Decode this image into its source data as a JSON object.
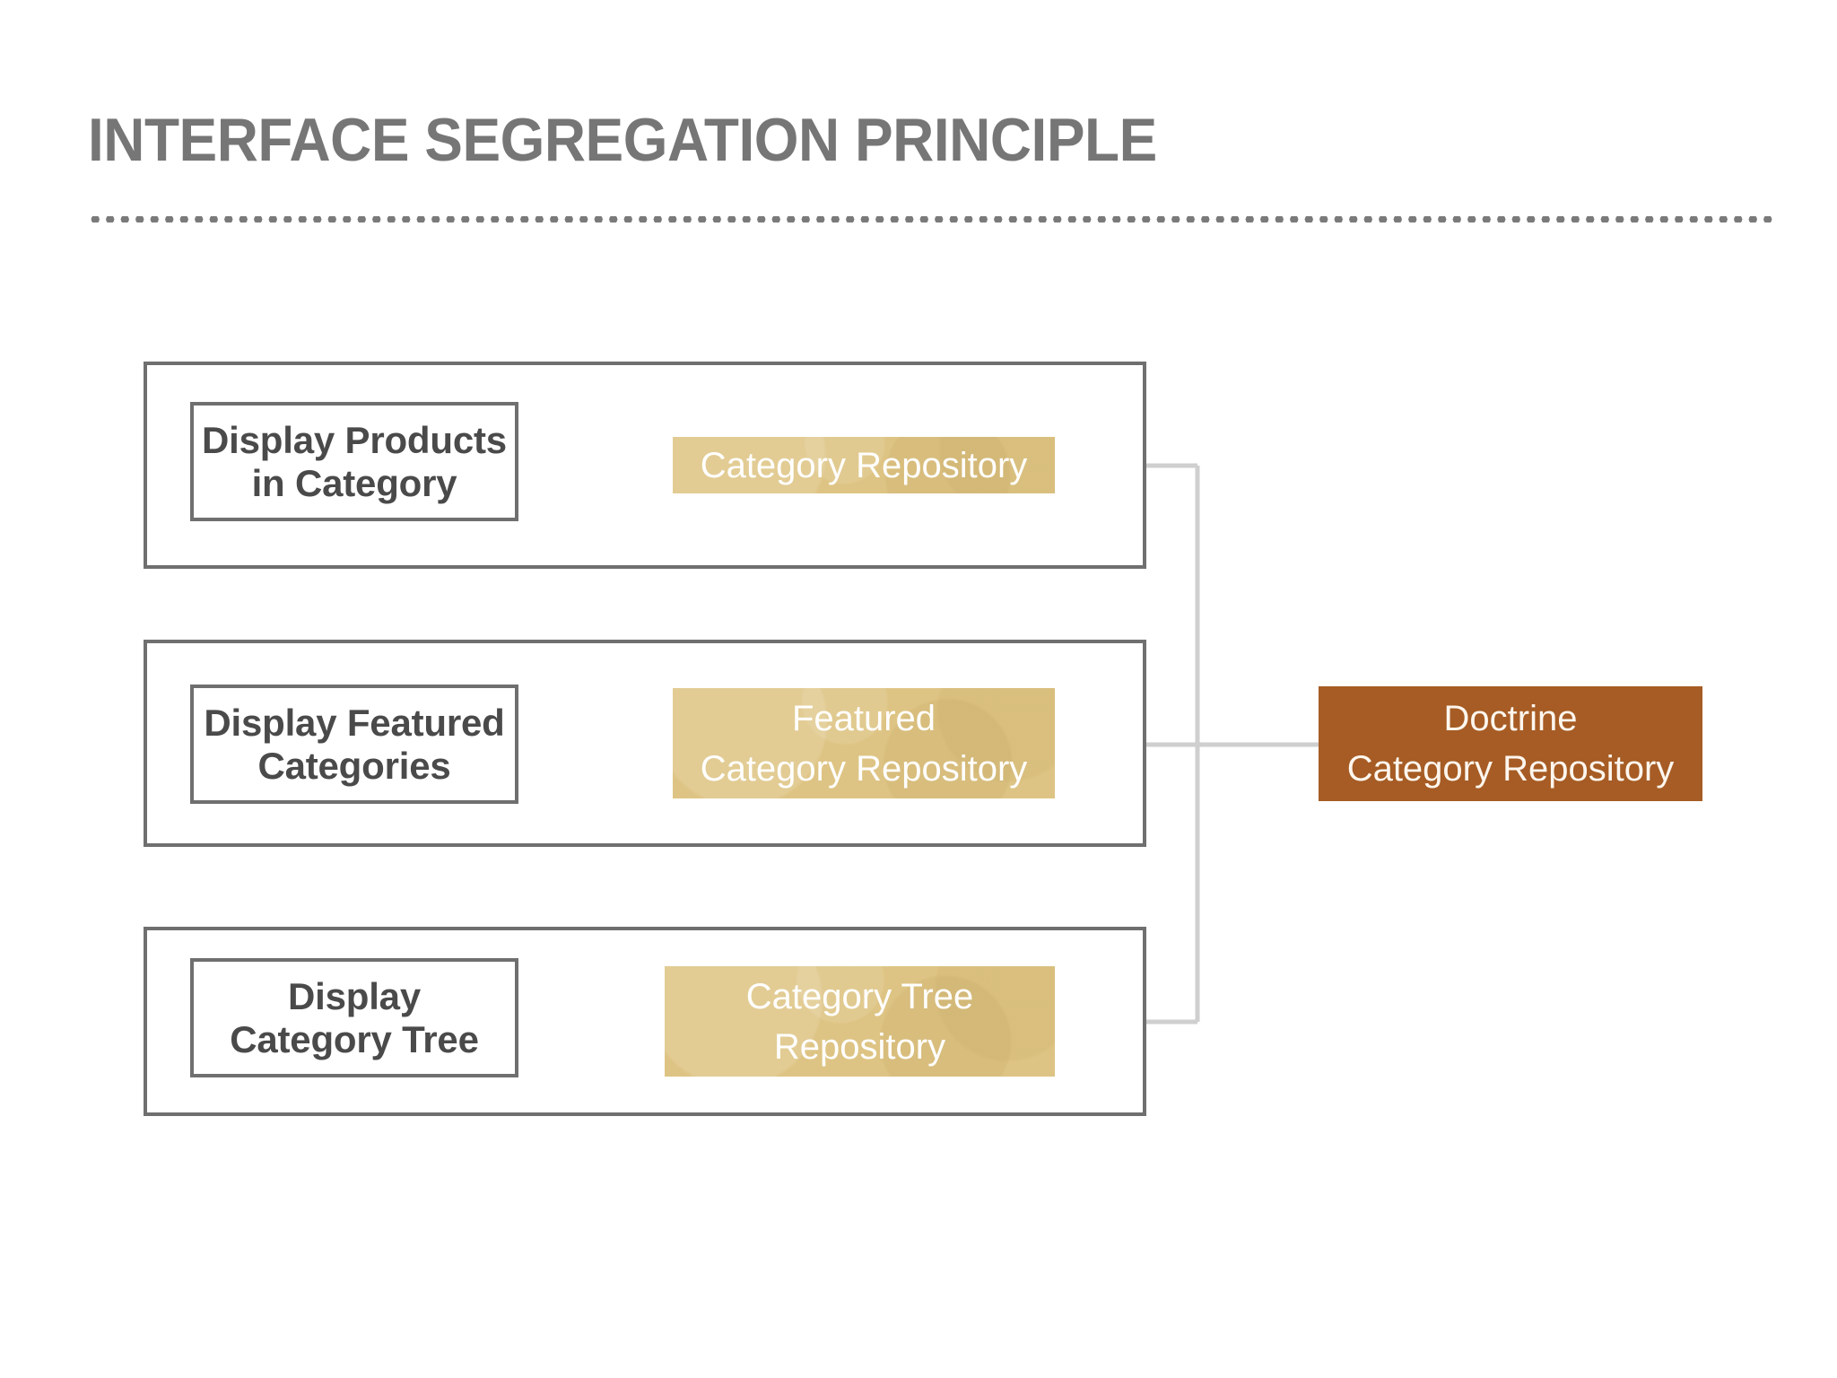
{
  "slide": {
    "title": "INTERFACE SEGREGATION PRINCIPLE",
    "divider": "dotted-rule"
  },
  "theme": {
    "title_color": "#767676",
    "frame_border_color": "#6f6f6f",
    "client_text_color": "#4a4a4a",
    "interface_fill": "#dec484",
    "interface_text_color": "#ffffff",
    "implementation_fill": "#a65c24",
    "implementation_text_color": "#fdf6ee",
    "connector_color": "#cfcfcf",
    "background": "#ffffff"
  },
  "diagram": {
    "type": "dependency-diagram",
    "groups": [
      {
        "id": "group-1",
        "client": {
          "label": "Display Products\nin Category"
        },
        "interface": {
          "label": "Category Repository"
        }
      },
      {
        "id": "group-2",
        "client": {
          "label": "Display Featured\nCategories"
        },
        "interface": {
          "label": "Featured\nCategory Repository"
        }
      },
      {
        "id": "group-3",
        "client": {
          "label": "Display\nCategory Tree"
        },
        "interface": {
          "label": "Category Tree\nRepository"
        }
      }
    ],
    "implementation": {
      "label": "Doctrine\nCategory Repository"
    },
    "connections": [
      {
        "from": "Display Products in Category",
        "to": "Category Repository",
        "style": "arrow-right"
      },
      {
        "from": "Display Featured Categories",
        "to": "Featured Category Repository",
        "style": "arrow-right"
      },
      {
        "from": "Display Category Tree",
        "to": "Category Tree Repository",
        "style": "arrow-right"
      },
      {
        "from": "Doctrine Category Repository",
        "to": "Category Repository",
        "style": "arrow-left-elbow"
      },
      {
        "from": "Doctrine Category Repository",
        "to": "Featured Category Repository",
        "style": "arrow-left"
      },
      {
        "from": "Doctrine Category Repository",
        "to": "Category Tree Repository",
        "style": "arrow-left-elbow"
      }
    ]
  }
}
